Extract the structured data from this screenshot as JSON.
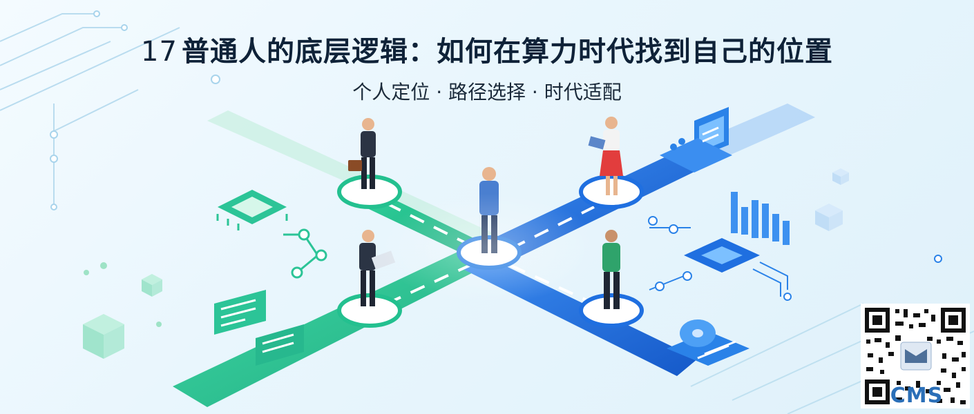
{
  "header": {
    "number": "17",
    "title": "普通人的底层逻辑：如何在算力时代找到自己的位置",
    "subtitle": "个人定位 · 路径选择 · 时代适配"
  },
  "colors": {
    "green_road": "#23c08f",
    "blue_road": "#1f6fe0",
    "title": "#0f2238"
  },
  "icons": [
    "chip-icon",
    "chat-icon",
    "monitor-icon",
    "bar-chart-icon",
    "cpu-icon",
    "disc-icon",
    "cube-icon"
  ],
  "qr_logo_text": "CMS"
}
